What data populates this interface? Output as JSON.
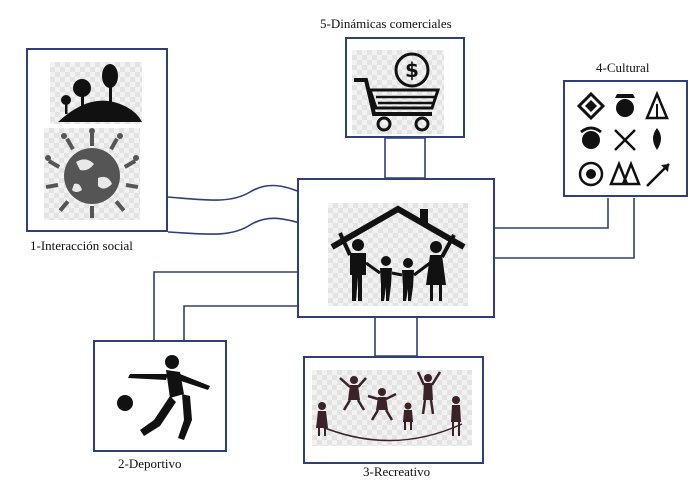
{
  "center": {
    "icon": "family-house-icon"
  },
  "nodes": [
    {
      "id": "interaccion",
      "label": "1-Interacción social",
      "icons": [
        "trees-icon",
        "globe-people-icon"
      ]
    },
    {
      "id": "deportivo",
      "label": "2-Deportivo",
      "icon": "soccer-player-icon"
    },
    {
      "id": "recreativo",
      "label": "3-Recreativo",
      "icon": "children-playing-icon"
    },
    {
      "id": "cultural",
      "label": "4-Cultural",
      "icon": "cultural-symbols-icon"
    },
    {
      "id": "comerciales",
      "label": "5-Dinámicas comerciales",
      "icon": "shopping-cart-dollar-icon"
    }
  ],
  "colors": {
    "border": "#2e3f7a",
    "connector": "#2e3f7a",
    "silhouette": "#111111"
  }
}
